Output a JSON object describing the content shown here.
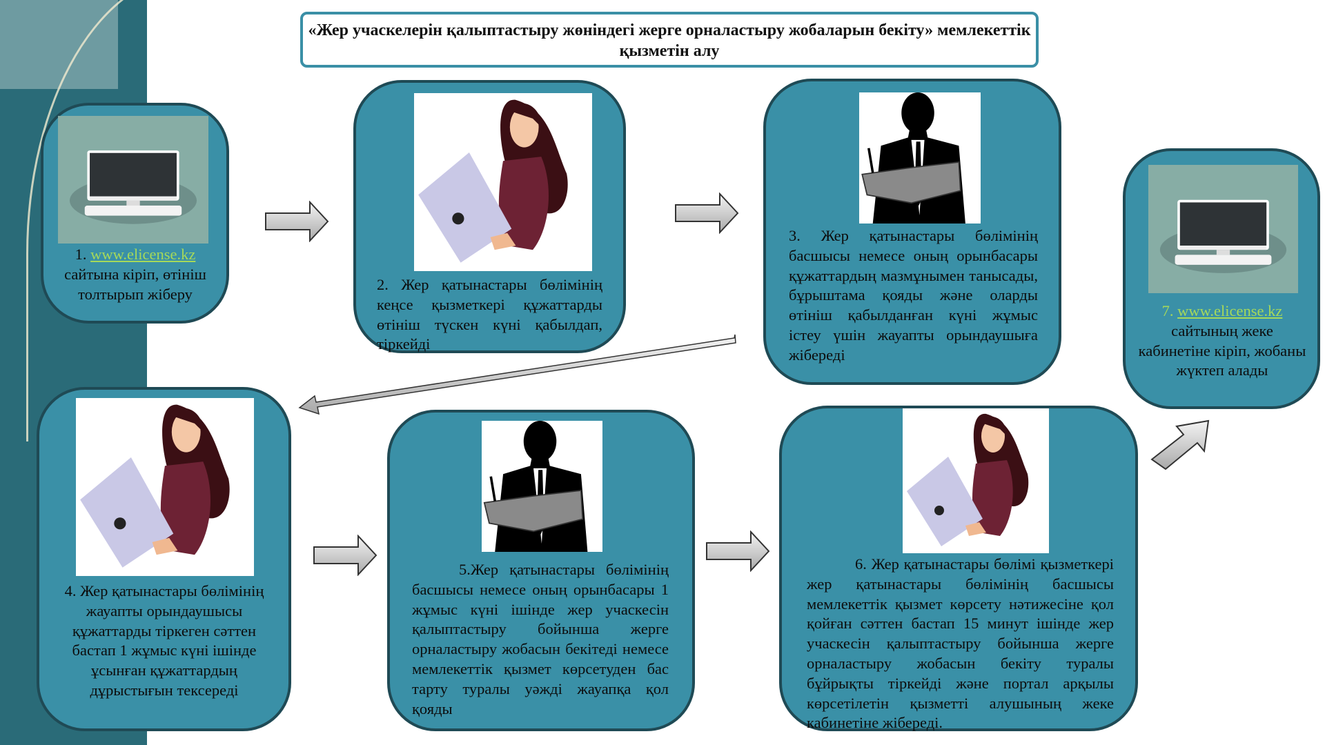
{
  "title": "«Жер учаскелерін қалыптастыру жөніндегі жерге орналастыру жобаларын бекіту» мемлекеттік қызметін алу",
  "steps": [
    {
      "num": "1.",
      "link": "www.elicense.kz",
      "text": "сайтына кіріп, өтініш толтырып жіберу",
      "icon": "computer-icon"
    },
    {
      "text": "2. Жер қатынастары бөлімінің кеңсе қызметкері құжаттарды өтініш түскен күні қабылдап, тіркейді",
      "icon": "woman-laptop-icon"
    },
    {
      "text": "3. Жер қатынастары бөлімінің басшысы немесе оның орынбасары құжаттардың мазмұнымен танысады, бұрыштама қояды және оларды өтініш қабылданған күні жұмыс істеу үшін жауапты орындаушыға жібереді",
      "icon": "businessman-icon"
    },
    {
      "text": "4. Жер қатынастары бөлімінің жауапты орындаушысы құжаттарды тіркеген сәттен бастап 1 жұмыс күні ішінде ұсынған құжаттардың дұрыстығын тексереді",
      "icon": "woman-laptop-icon"
    },
    {
      "text": "5.Жер қатынастары бөлімінің басшысы немесе оның орынбасары 1 жұмыс күні ішінде жер учаскесін қалыптастыру бойынша жерге орналастыру жобасын бекітеді немесе мемлекеттік қызмет көрсетуден бас тарту туралы уәжді жауапқа қол қояды",
      "icon": "businessman-icon"
    },
    {
      "text": "6. Жер қатынастары бөлімі қызметкері жер қатынастары бөлімінің басшысы мемлекеттік қызмет көрсету нәтижесіне қол қойған сәттен бастап 15 минут ішінде жер учаскесін қалыптастыру бойынша жерге орналастыру жобасын бекіту туралы бұйрықты тіркейді және портал арқылы көрсетілетін қызметті алушының жеке кабинетіне жібереді.",
      "icon": "woman-laptop-icon"
    },
    {
      "num": "7.",
      "link": "www.elicense.kz",
      "text": "сайтының жеке кабинетіне кіріп, жобаны жүктеп алады",
      "icon": "computer-icon"
    }
  ],
  "colors": {
    "box": "#3a90a7",
    "border": "#1f4a55",
    "link": "#a6d95a"
  }
}
